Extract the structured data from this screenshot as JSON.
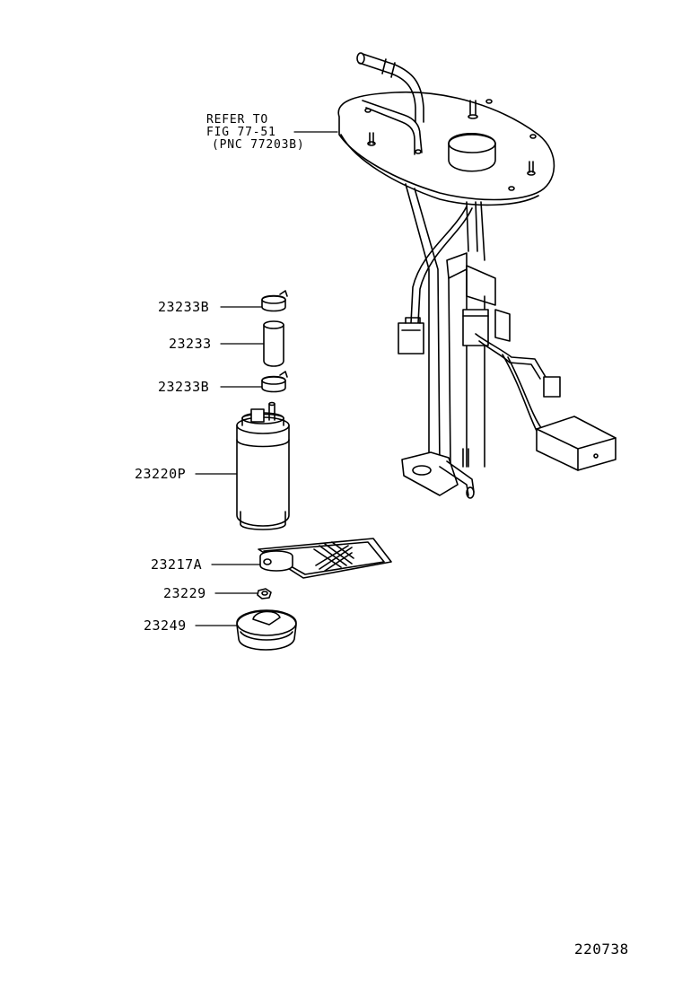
{
  "reference": {
    "line1": "REFER TO",
    "line2": "FIG 77-51",
    "line3": "(PNC 77203B)"
  },
  "parts": {
    "clamp_top": "23233B",
    "hose": "23233",
    "clamp_bottom": "23233B",
    "fuel_pump": "23220P",
    "filter": "23217A",
    "nut": "23229",
    "cushion": "23249"
  },
  "figure_id": "220738",
  "colors": {
    "line": "#000000",
    "background": "#ffffff"
  }
}
